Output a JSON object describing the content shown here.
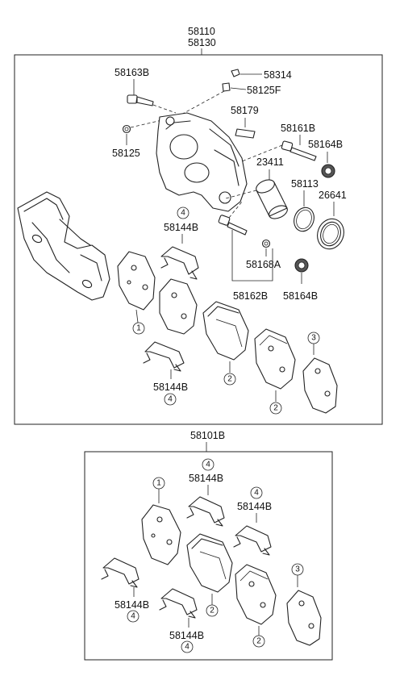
{
  "assemblies": {
    "top_numbers": [
      "58110",
      "58130"
    ],
    "bottom_number": "58101B"
  },
  "top_labels": {
    "l58163B": "58163B",
    "l58314": "58314",
    "l58125F": "58125F",
    "l58179": "58179",
    "l58125": "58125",
    "l58161B": "58161B",
    "l58164B_a": "58164B",
    "l23411": "23411",
    "l58113": "58113",
    "l26641": "26641",
    "l58144B": "58144B",
    "l58168A": "58168A",
    "l58162B": "58162B",
    "l58164B_b": "58164B",
    "l58144B_b": "58144B"
  },
  "bottom_labels": {
    "a": "58144B",
    "b": "58144B",
    "c": "58144B",
    "d": "58144B"
  },
  "callouts": {
    "c1": "1",
    "c2": "2",
    "c3": "3",
    "c4": "4"
  }
}
